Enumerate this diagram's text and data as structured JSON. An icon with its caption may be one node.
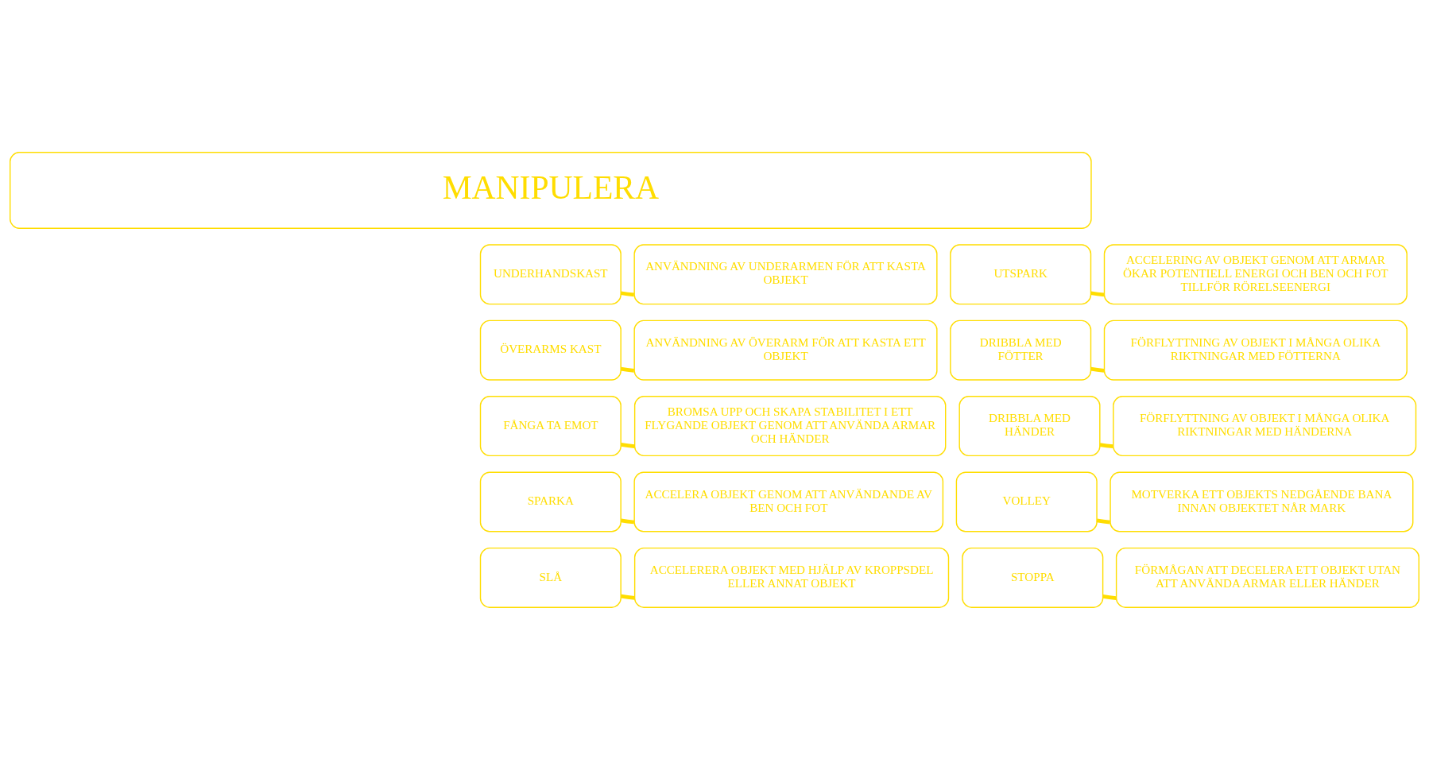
{
  "diagram": {
    "nodes": [
      {
        "text": [
          "MANIPULERA"
        ]
      },
      {
        "text": [
          "UNDERHANDSKAST"
        ]
      },
      {
        "text": [
          "ANVÄNDNING AV UNDERARMEN FÖR ATT KASTA OBJEKT"
        ]
      },
      {
        "text": [
          "ÖVERARMS KAST"
        ]
      },
      {
        "text": [
          "ANVÄNDNING AV ÖVERARM FÖR ATT KASTA ETT OBJEKT"
        ]
      },
      {
        "text": [
          "FÅNGA TA EMOT"
        ]
      },
      {
        "text": [
          "BROMSA UPP OCH SKAPA STABILITET I ETT FLYGANDE OBJEKT GENOM ATT ANVÄNDA ARMAR OCH HÄNDER"
        ]
      },
      {
        "text": [
          "SPARKA"
        ]
      },
      {
        "text": [
          "ACCELERA OBJEKT GENOM ATT ANVÄNDANDE AV BEN OCH FOT"
        ]
      },
      {
        "text": [
          "SLÅ"
        ]
      },
      {
        "text": [
          "ACCELERERA OBJEKT MED HJÄLP AV KROPPSDEL ELLER ANNAT OBJEKT"
        ]
      },
      {
        "text": [
          "UTSPARK"
        ]
      },
      {
        "text": [
          "ACCELERING AV OBJEKT GENOM ATT ARMAR ÖKAR POTENTIELL ENERGI OCH BEN OCH FOT TILLFÖR RÖRELSEENERGI"
        ]
      },
      {
        "text": [
          "DRIBBLA MED FÖTTER"
        ]
      },
      {
        "text": [
          "FÖRFLYTTNING AV OBJEKT I MÅNGA OLIKA RIKTNINGAR MED FÖTTERNA"
        ]
      },
      {
        "text": [
          "DRIBBLA MED HÄNDER"
        ]
      },
      {
        "text": [
          "FÖRFLYTTNING AV OBJEKT I MÅNGA OLIKA RIKTNINGAR MED HÄNDERNA"
        ]
      },
      {
        "text": [
          "VOLLEY"
        ]
      },
      {
        "text": [
          "MOTVERKA ETT OBJEKTS NEDGÅENDE BANA INNAN OBJEKTET NÅR MARK"
        ]
      },
      {
        "text": [
          "STOPPA"
        ]
      },
      {
        "text": [
          "FÖRMÅGAN ATT DECELERA ETT OBJEKT UTAN ATT ANVÄNDA ARMAR ELLER HÄNDER"
        ]
      }
    ],
    "edges": [
      {
        "from": 1,
        "to": 2,
        "arrow": "none"
      },
      {
        "from": 3,
        "to": 4,
        "arrow": "none"
      },
      {
        "from": 5,
        "to": 6,
        "arrow": "none"
      },
      {
        "from": 7,
        "to": 8,
        "arrow": "none"
      },
      {
        "from": 9,
        "to": 10,
        "arrow": "none"
      },
      {
        "from": 11,
        "to": 12,
        "arrow": "none"
      },
      {
        "from": 13,
        "to": 14,
        "arrow": "none"
      },
      {
        "from": 15,
        "to": 16,
        "arrow": "none"
      },
      {
        "from": 17,
        "to": 18,
        "arrow": "none"
      },
      {
        "from": 19,
        "to": 20,
        "arrow": "none"
      }
    ]
  }
}
